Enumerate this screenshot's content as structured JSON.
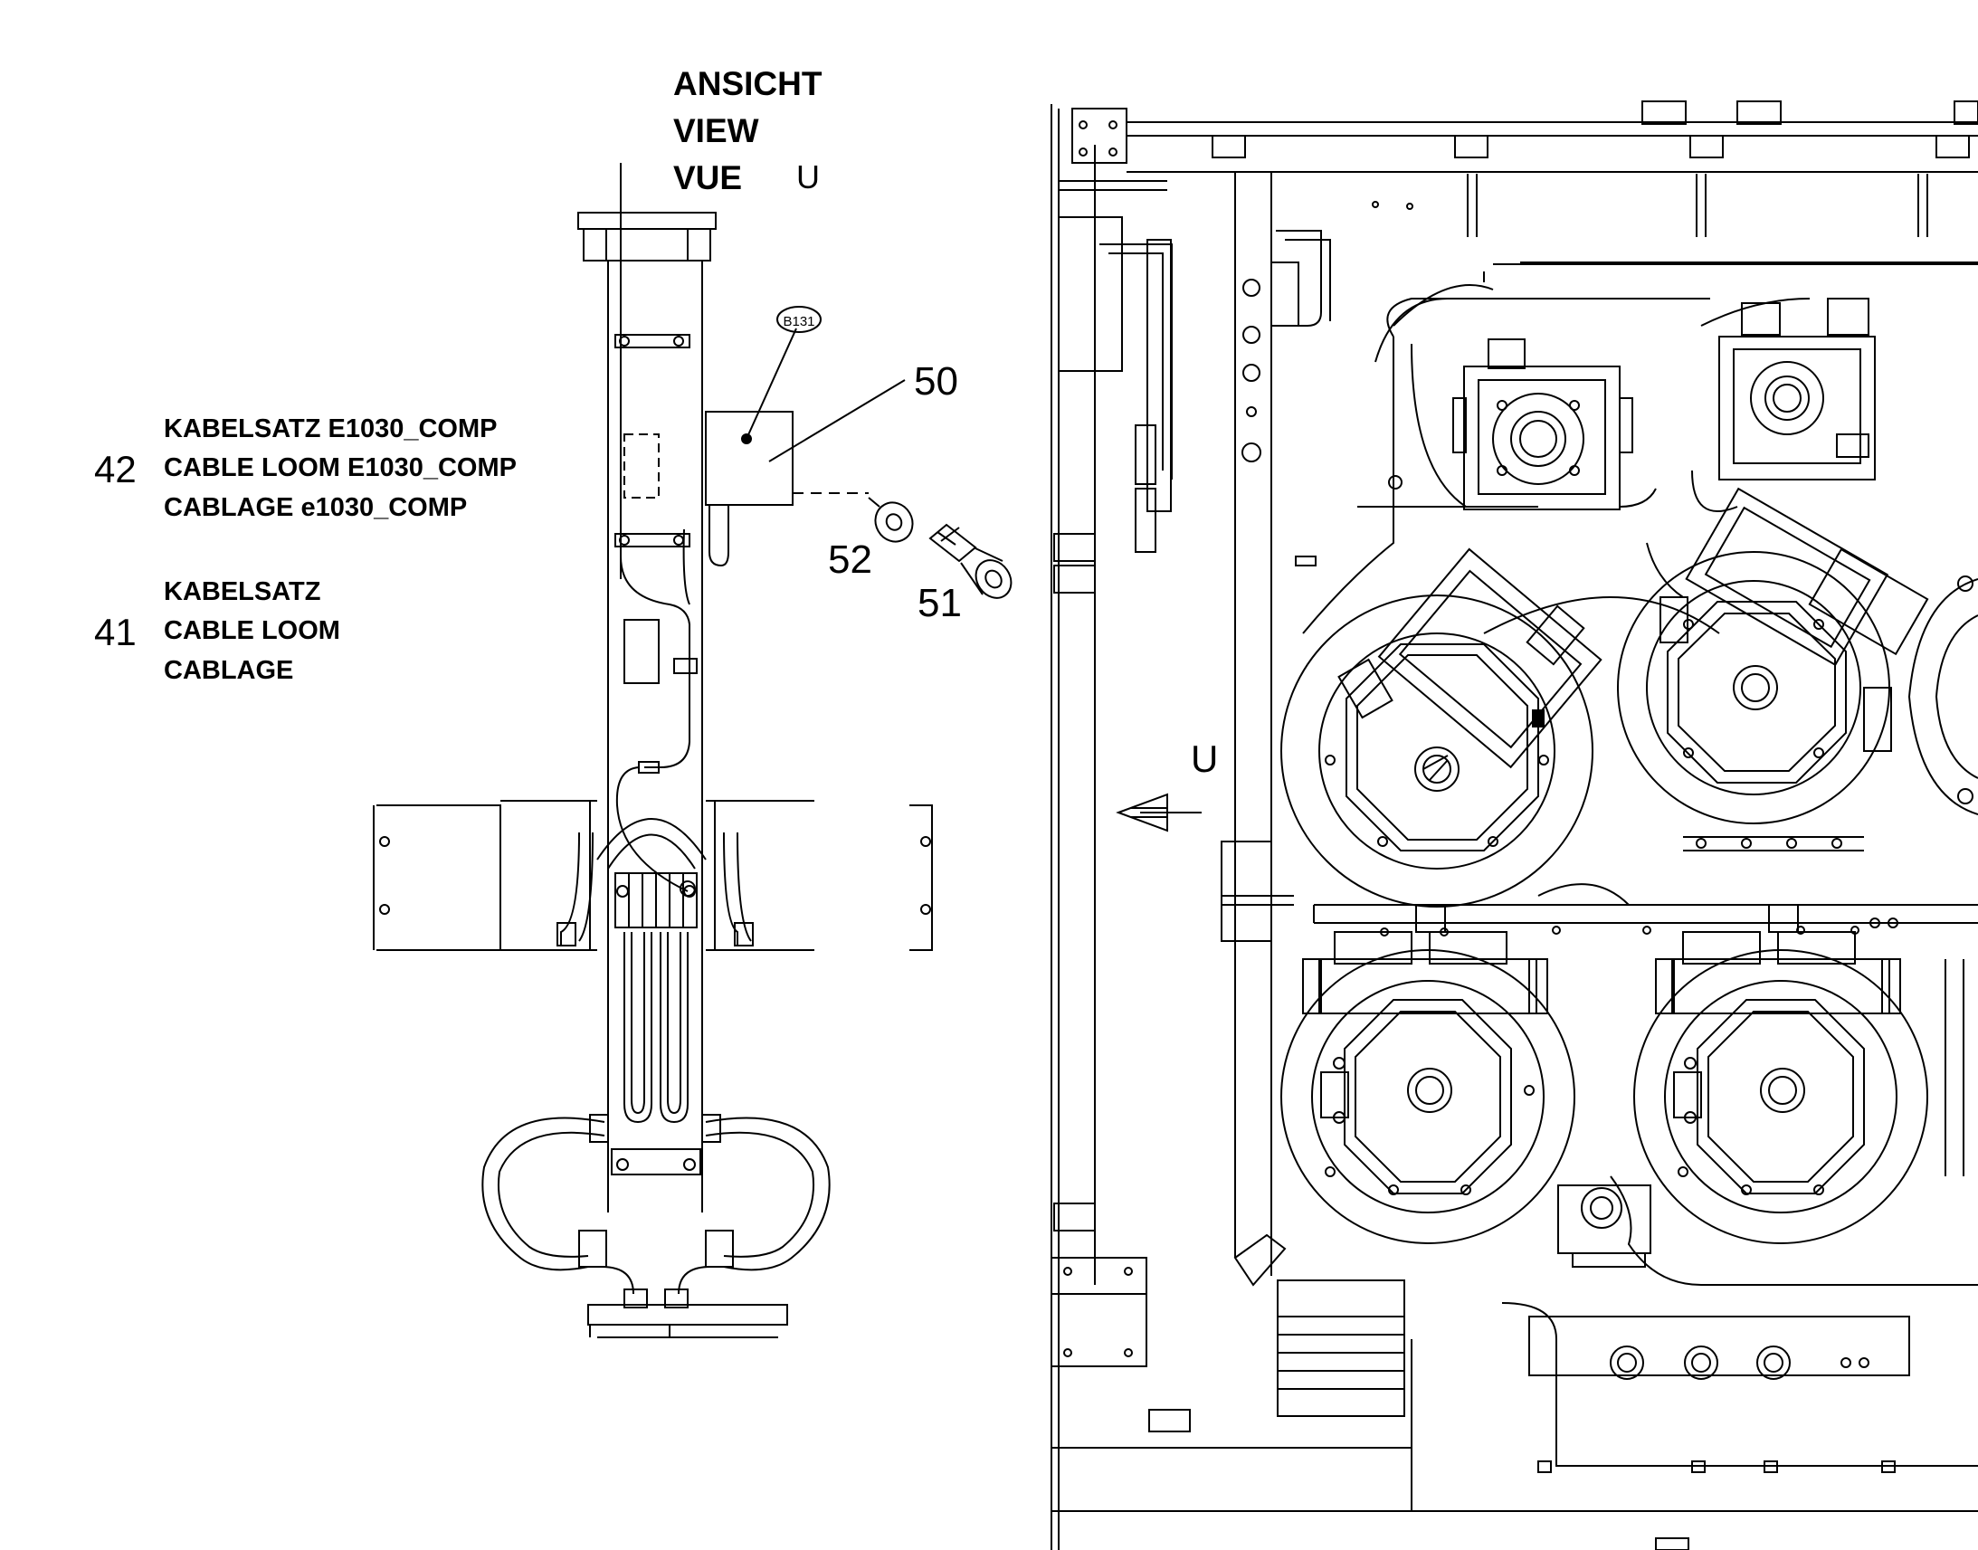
{
  "view": {
    "lines": [
      "ANSICHT",
      "VIEW",
      "VUE"
    ],
    "letter": "U"
  },
  "legend": [
    {
      "number": "42",
      "lines": [
        "KABELSATZ E1030_COMP",
        "CABLE LOOM E1030_COMP",
        "CABLAGE e1030_COMP"
      ]
    },
    {
      "number": "41",
      "lines": [
        "KABELSATZ",
        "CABLE LOOM",
        "CABLAGE"
      ]
    }
  ],
  "callouts": {
    "c50": "50",
    "c51": "51",
    "c52": "52"
  },
  "sensor_tag": "B131",
  "arrow_label": "U",
  "colors": {
    "line": "#000000",
    "background": "#ffffff",
    "detail": "#444444"
  }
}
